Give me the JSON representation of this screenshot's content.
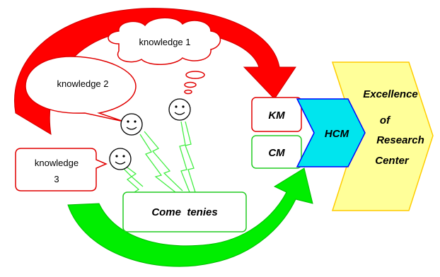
{
  "labels": {
    "knowledge1": "knowledge 1",
    "knowledge2": "knowledge 2",
    "knowledge3_line1": "knowledge",
    "knowledge3_line2": "3",
    "km": "KM",
    "cm": "CM",
    "hcm": "HCM",
    "community": "Come  tenies",
    "excellence_line1": "Excellence",
    "excellence_line2": "of",
    "excellence_line3": "Research",
    "excellence_line4": "Center"
  },
  "colors": {
    "red_arrow": "#ff0000",
    "green_arrow": "#00ee00",
    "bubble_stroke": "#e00000",
    "box_red": "#e00000",
    "box_green": "#22cc22",
    "hcm_fill": "#00e5ee",
    "hcm_stroke": "#0000ff",
    "excellence_fill": "#ffff99",
    "excellence_stroke": "#ffcc00",
    "lightning": "#44ee44"
  }
}
